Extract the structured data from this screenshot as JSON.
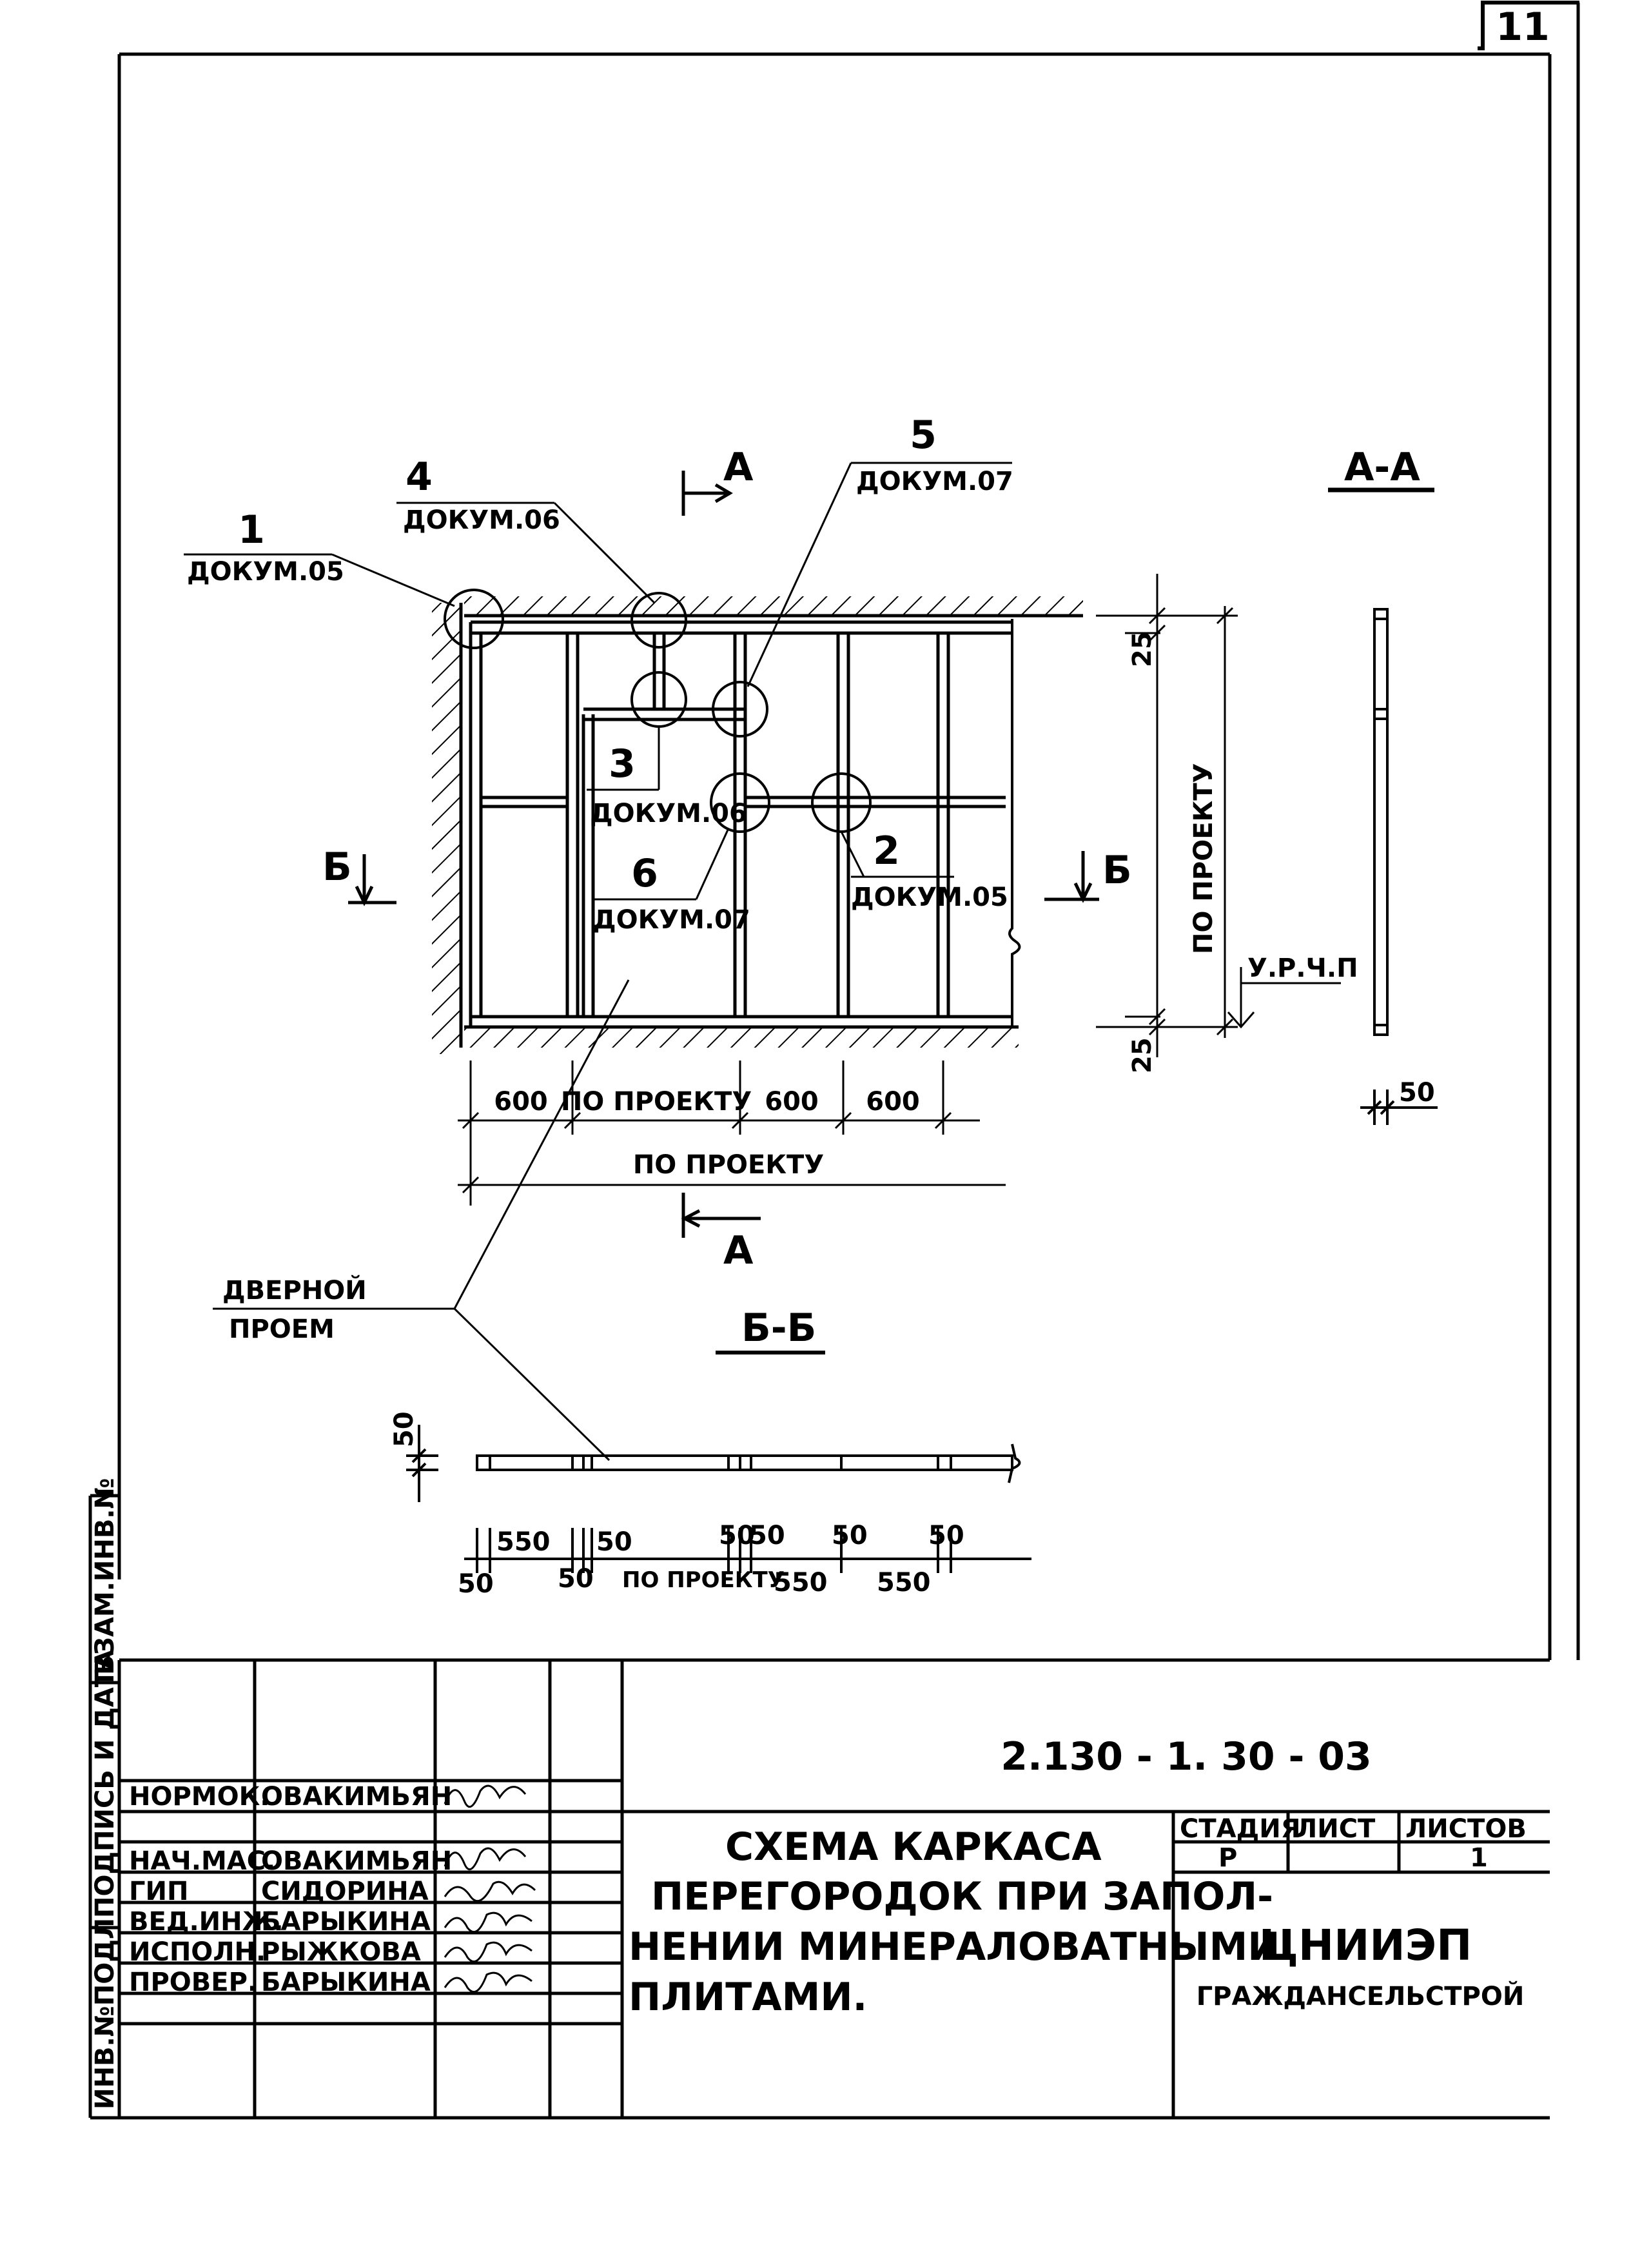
{
  "sheet": {
    "page_number": "11",
    "colors": {
      "ink": "#000000",
      "paper": "#ffffff"
    }
  },
  "main_view": {
    "callouts": [
      {
        "num": "1",
        "ref": "ДОКУМ.05"
      },
      {
        "num": "4",
        "ref": "ДОКУМ.06"
      },
      {
        "num": "5",
        "ref": "ДОКУМ.07"
      },
      {
        "num": "3",
        "ref": "ДОКУМ.06"
      },
      {
        "num": "6",
        "ref": "ДОКУМ.07"
      },
      {
        "num": "2",
        "ref": "ДОКУМ.05"
      }
    ],
    "section_a_top": "А",
    "section_a_bottom": "А",
    "section_b_left": "Б",
    "section_b_right": "Б",
    "dims_bottom": [
      "600",
      "ПО ПРОЕКТУ",
      "600",
      "600"
    ],
    "dim_total": "ПО ПРОЕКТУ",
    "dim_top_right": "25",
    "dim_bottom_right": "25",
    "dim_height": "ПО ПРОЕКТУ",
    "floor_mark": "У.Р.Ч.П",
    "door_label_line1": "ДВЕРНОЙ",
    "door_label_line2": "ПРОЕМ"
  },
  "section_aa": {
    "title": "А-А",
    "dim": "50"
  },
  "section_bb": {
    "title": "Б-Б",
    "dim_thickness": "50",
    "dims_top": [
      "550",
      "50",
      "50",
      "50",
      "50",
      "50"
    ],
    "dims_bottom": [
      "50",
      "50",
      "ПО ПРОЕКТУ",
      "550",
      "550"
    ]
  },
  "side_stamp": [
    "ИНВ.№ПОДЛ.",
    "ПОДПИСЬ И ДАТА",
    "ВЗАМ.ИНВ.№"
  ],
  "title_block": {
    "document_code": "2.130 - 1. 30 - 03",
    "title_lines": [
      "СХЕМА КАРКАСА",
      "ПЕРЕГОРОДОК ПРИ ЗАПОЛ-",
      "НЕНИИ МИНЕРАЛОВАТНЫМИ",
      "ПЛИТАМИ."
    ],
    "roles": [
      {
        "role": "НОРМОК.",
        "name": "ОВАКИМЬЯН"
      },
      {
        "role": "НАЧ.МАС.",
        "name": "ОВАКИМЬЯН"
      },
      {
        "role": "ГИП",
        "name": "СИДОРИНА"
      },
      {
        "role": "ВЕД.ИНЖ.",
        "name": "БАРЫКИНА"
      },
      {
        "role": "ИСПОЛН.",
        "name": "РЫЖКОВА"
      },
      {
        "role": "ПРОВЕР.",
        "name": "БАРЫКИНА"
      }
    ],
    "stage_header": "СТАДИЯ",
    "sheet_header": "ЛИСТ",
    "sheets_header": "ЛИСТОВ",
    "stage_value": "Р",
    "sheets_value": "1",
    "org_line1": "ЦНИИЭП",
    "org_line2": "ГРАЖДАНСЕЛЬСТРОЙ"
  }
}
